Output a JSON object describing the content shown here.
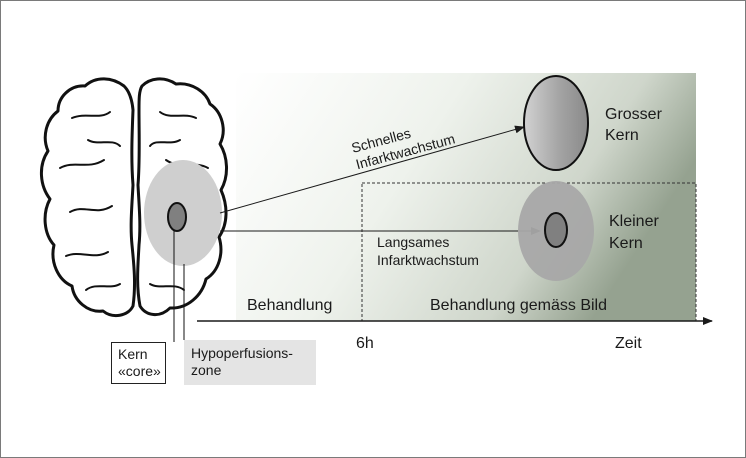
{
  "labels": {
    "fast_growth_line1": "Schnelles",
    "fast_growth_line2": "Infarktwachstum",
    "slow_growth_line1": "Langsames",
    "slow_growth_line2": "Infarktwachstum",
    "large_core_line1": "Grosser",
    "large_core_line2": "Kern",
    "small_core_line1": "Kleiner",
    "small_core_line2": "Kern",
    "treatment": "Behandlung",
    "treatment_by_image": "Behandlung gemäss Bild",
    "time_6h": "6h",
    "time_axis": "Zeit",
    "core_line1": "Kern",
    "core_line2": "«core»",
    "hypo_line1": "Hypoperfusions-",
    "hypo_line2": "zone"
  },
  "colors": {
    "panel_light": "#e8ede6",
    "panel_dark": "#a2ae9e",
    "large_core_fill": "#9c9c9c",
    "small_core_halo": "#a8a8a8",
    "small_core_fill": "#808080",
    "hypoperfusion_fill": "#cfcfcf",
    "line": "#1a1a1a"
  }
}
